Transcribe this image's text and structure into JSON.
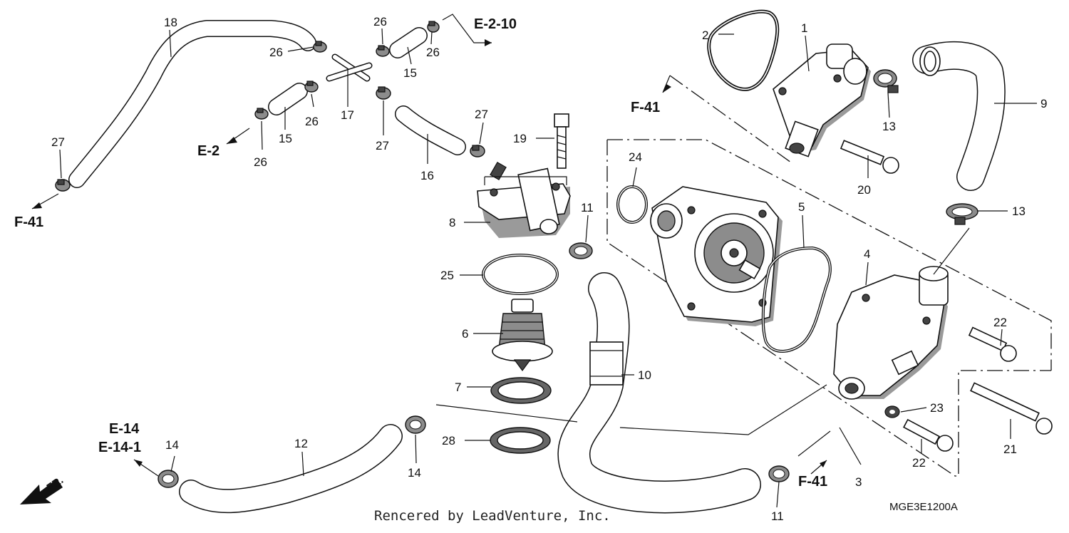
{
  "diagram": {
    "part_numbers": [
      "1",
      "2",
      "3",
      "4",
      "5",
      "6",
      "7",
      "8",
      "9",
      "10",
      "11",
      "12",
      "13",
      "14",
      "15",
      "16",
      "17",
      "18",
      "19",
      "20",
      "21",
      "22",
      "23",
      "24",
      "25",
      "26",
      "27",
      "28"
    ],
    "references": {
      "e_2_10": "E-2-10",
      "e_2": "E-2",
      "f_41": "F-41",
      "e_14": "E-14",
      "e_14_1": "E-14-1"
    },
    "front_marker": "FR.",
    "footer_credit": "Rencered by LeadVenture, Inc.",
    "diagram_code": "MGE3E1200A"
  }
}
